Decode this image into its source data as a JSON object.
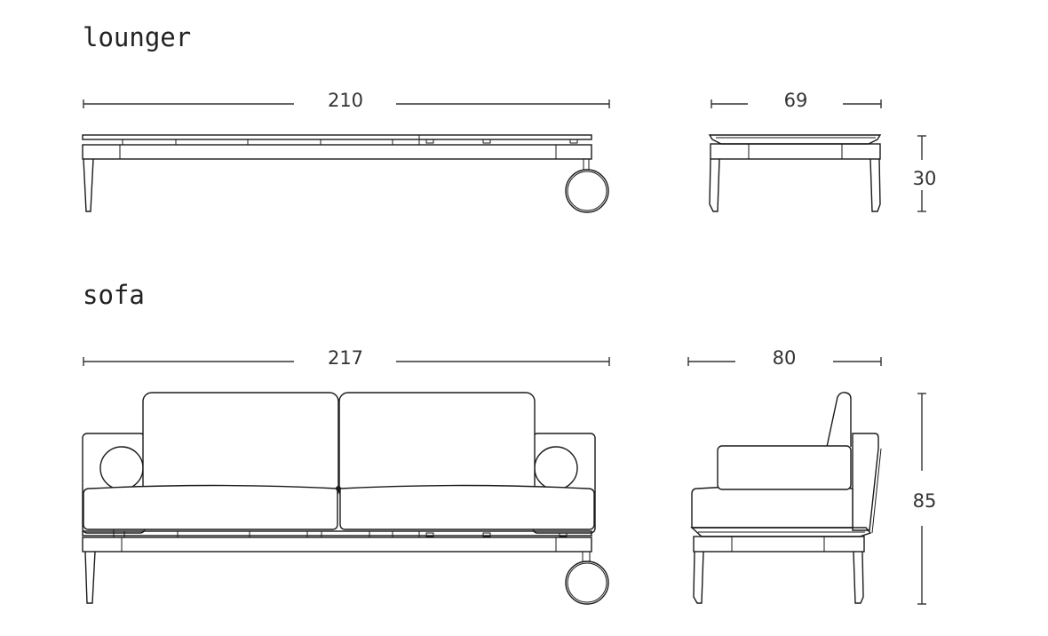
{
  "lounger": {
    "title": "lounger",
    "width": "210",
    "depth": "69",
    "height": "30"
  },
  "sofa": {
    "title": "sofa",
    "width": "217",
    "depth": "80",
    "height": "85"
  }
}
